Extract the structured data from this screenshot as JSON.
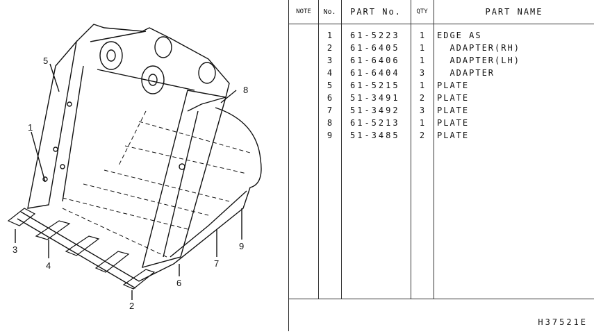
{
  "callouts": [
    "1",
    "2",
    "3",
    "4",
    "5",
    "6",
    "7",
    "8",
    "9"
  ],
  "table": {
    "headers": {
      "note": "NOTE",
      "no": "No.",
      "part_no": "PART No.",
      "qty": "QTY",
      "part_name": "PART NAME"
    },
    "rows": [
      {
        "no": "1",
        "part_no": "61-5223",
        "qty": "1",
        "name": "EDGE AS"
      },
      {
        "no": "2",
        "part_no": "61-6405",
        "qty": "1",
        "name": "  ADAPTER(RH)"
      },
      {
        "no": "3",
        "part_no": "61-6406",
        "qty": "1",
        "name": "  ADAPTER(LH)"
      },
      {
        "no": "4",
        "part_no": "61-6404",
        "qty": "3",
        "name": "  ADAPTER"
      },
      {
        "no": "5",
        "part_no": "61-5215",
        "qty": "1",
        "name": "PLATE"
      },
      {
        "no": "6",
        "part_no": "51-3491",
        "qty": "2",
        "name": "PLATE"
      },
      {
        "no": "7",
        "part_no": "51-3492",
        "qty": "3",
        "name": "PLATE"
      },
      {
        "no": "8",
        "part_no": "61-5213",
        "qty": "1",
        "name": "PLATE"
      },
      {
        "no": "9",
        "part_no": "51-3485",
        "qty": "2",
        "name": "PLATE"
      }
    ]
  },
  "drawing_code": "H37521E"
}
